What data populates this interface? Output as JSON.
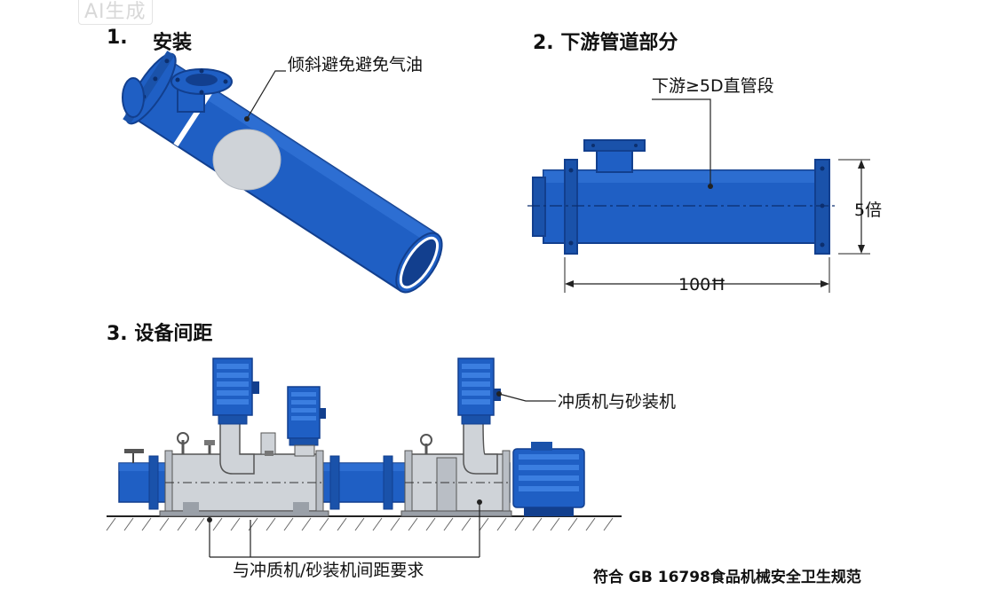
{
  "watermark": "AI生成",
  "section1": {
    "number": "1.",
    "title": "安装",
    "callout": "倾斜避免避免气油"
  },
  "section2": {
    "title": "2. 下游管道部分",
    "callout": "下游≥5D直管段",
    "height_label": "5倍",
    "length_label": "100Ħ"
  },
  "section3": {
    "title": "3. 设备间距",
    "pump_callout": "冲质机与砂装机",
    "spacing_callout": "与冲质机/砂装机间距要求"
  },
  "footer": "符合 GB 16798食品机械安全卫生规范",
  "colors": {
    "pipe_blue": "#1f5fc4",
    "pipe_blue_dark": "#123f8e",
    "pipe_blue_light": "#3b7ee0",
    "body_gray": "#cfd3d8",
    "line_dark": "#222222"
  }
}
